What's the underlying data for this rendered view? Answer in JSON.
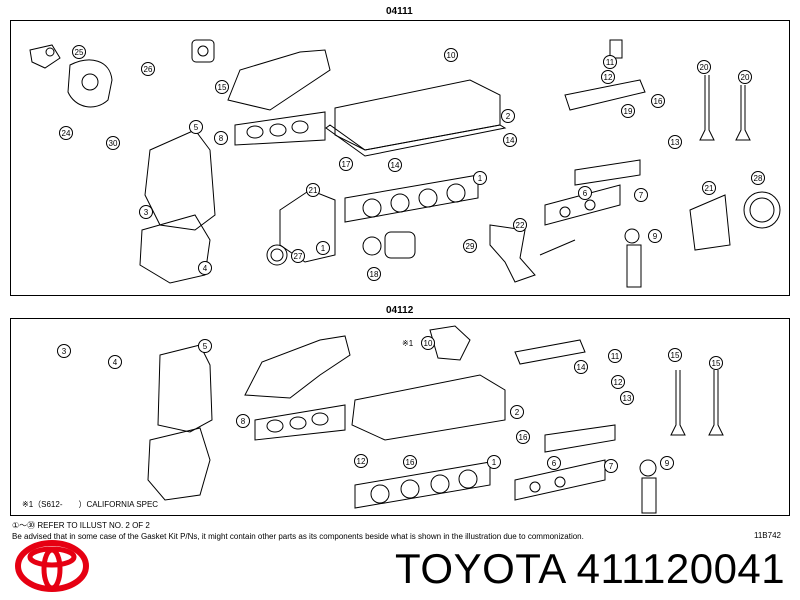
{
  "diagram": {
    "panel1_label": "04111",
    "panel2_label": "04112",
    "california_note": "※1（S612-　　）CALIFORNIA SPEC",
    "callout_note": "※1",
    "refer_note": "①～㉚ REFER TO ILLUST NO. 2 OF 2",
    "advisory_note": "Be advised that in some case of the Gasket Kit P/Ns,  it might contain other parts as its components beside what is shown in the illustration due to commonization.",
    "figure_code": "11B742",
    "panel1_callouts": [
      "25",
      "26",
      "15",
      "10",
      "24",
      "30",
      "5",
      "1",
      "8",
      "3",
      "4",
      "27",
      "18",
      "29",
      "2",
      "17",
      "14",
      "14",
      "21",
      "1",
      "22",
      "6",
      "7",
      "9",
      "11",
      "12",
      "16",
      "19",
      "13",
      "20",
      "20",
      "21",
      "28"
    ],
    "panel2_callouts": [
      "3",
      "4",
      "5",
      "10",
      "8",
      "2",
      "12",
      "16",
      "1",
      "6",
      "7",
      "9",
      "14",
      "11",
      "12",
      "13",
      "15",
      "15",
      "16"
    ]
  },
  "brand": {
    "name": "TOYOTA 411120041",
    "logo_color": "#e60012"
  }
}
